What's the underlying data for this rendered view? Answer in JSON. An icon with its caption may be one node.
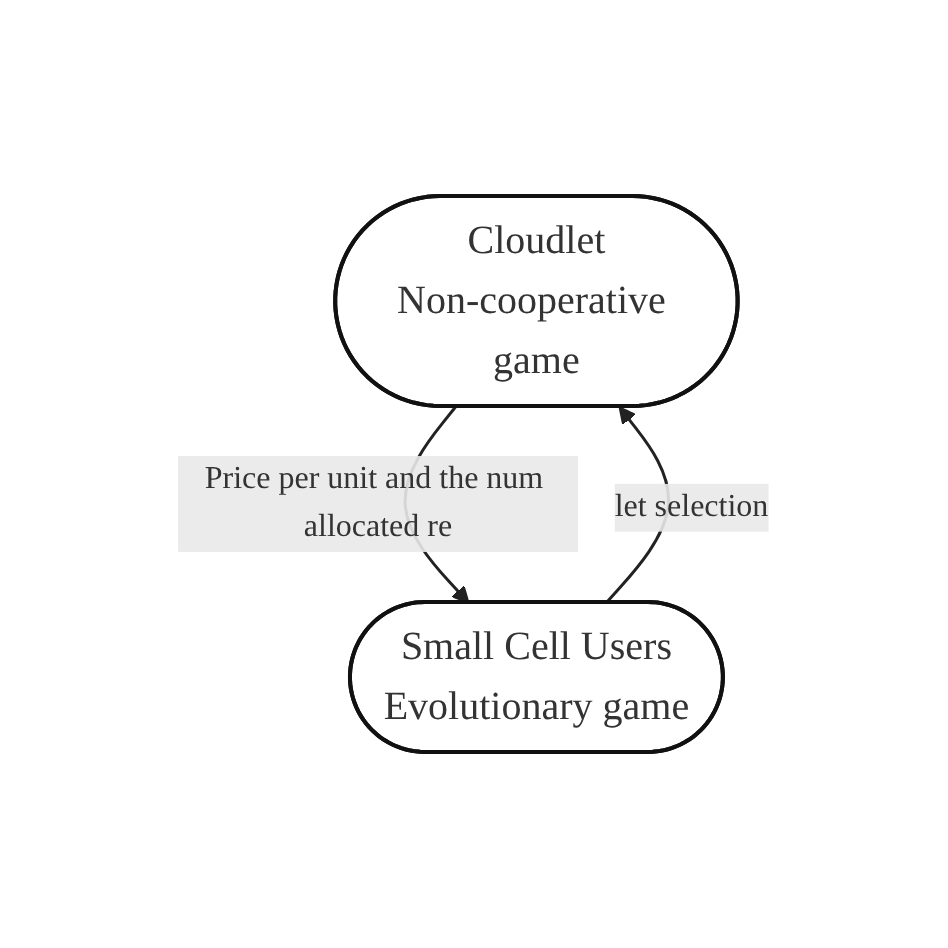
{
  "diagram": {
    "nodes": [
      {
        "text": [
          "Cloudlet",
          "Non-cooperative game"
        ]
      },
      {
        "text": [
          "Small Cell Users",
          "Evolutionary game"
        ]
      }
    ],
    "edges": [
      {
        "from": 0,
        "to": 1,
        "arrow": "to",
        "label": "Price per unit and the num allocated re"
      },
      {
        "from": 1,
        "to": 0,
        "arrow": "to",
        "label": "let selection"
      }
    ]
  }
}
